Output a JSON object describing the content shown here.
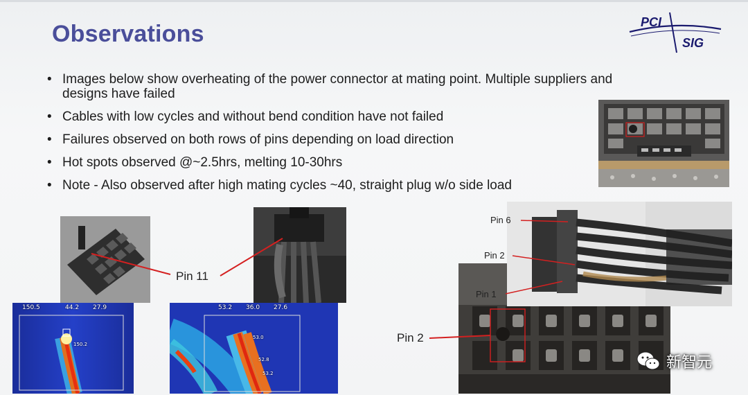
{
  "slide": {
    "title": "Observations",
    "bullets": [
      "Images below show overheating of the power connector at mating point.  Multiple suppliers and designs have failed",
      "Cables with low cycles and without bend condition have not failed",
      "Failures observed on both rows of pins depending on load direction",
      "Hot spots observed @~2.5hrs, melting 10-30hrs",
      "Note - Also observed after high mating cycles ~40, straight plug w/o side load"
    ]
  },
  "logo": {
    "line1": "PCI",
    "line2": "SIG",
    "color": "#1a1a6e"
  },
  "labels": {
    "pin11": "Pin 11",
    "pin2_left": "Pin 2",
    "pin6": "Pin 6",
    "pin2_photo": "Pin 2",
    "pin1": "Pin 1"
  },
  "thermal_left": {
    "readouts": [
      "150.5",
      "44.2",
      "27.9"
    ],
    "spot": "150.2"
  },
  "thermal_right": {
    "readouts": [
      "53.2",
      "36.0",
      "27.6"
    ],
    "spots": [
      "53.0",
      "52.8",
      "53.2"
    ]
  },
  "watermark": "新智元",
  "colors": {
    "title": "#4a4e9a",
    "arrow": "#d42020"
  }
}
